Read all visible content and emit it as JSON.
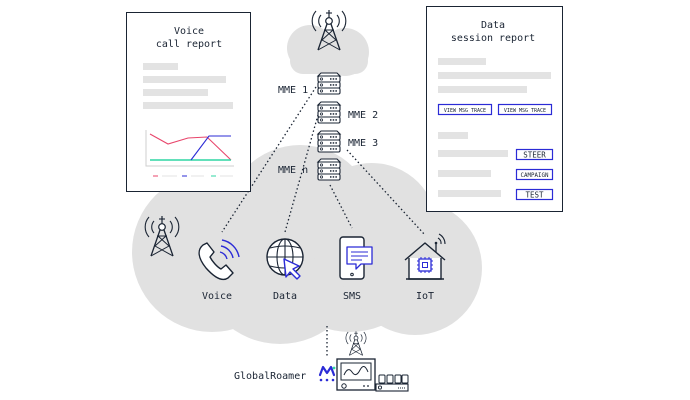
{
  "voice_report": {
    "title_line1": "Voice",
    "title_line2": "call report"
  },
  "data_report": {
    "title_line1": "Data",
    "title_line2": "session report",
    "trace_btn_1": "VIEW MSG TRACE",
    "trace_btn_2": "VIEW MSG TRACE",
    "steer": "STEER",
    "campaign": "CAMPAIGN",
    "test": "TEST"
  },
  "mme": {
    "mme1": "MME 1",
    "mme2": "MME 2",
    "mme3": "MME 3",
    "mmen": "MME n"
  },
  "services": {
    "voice": "Voice",
    "data": "Data",
    "sms": "SMS",
    "iot": "IoT"
  },
  "brand": {
    "name": "GlobalRoamer"
  },
  "colors": {
    "cloud": "#e1e1e1",
    "navy": "#1a2433",
    "accent_blue": "#2b2bd6",
    "chart_red": "#e8456b",
    "chart_green": "#2fd6a3",
    "chart_blue": "#2b2bd6",
    "placeholder": "#e3e3e3"
  },
  "icons": {
    "tower": "cell-tower-icon",
    "server": "server-rack-icon",
    "phone": "phone-icon",
    "globe": "globe-cursor-icon",
    "sms": "mobile-sms-icon",
    "iot": "smart-home-icon",
    "logo": "globalroamer-logo-icon",
    "probe": "probe-device-icon"
  }
}
